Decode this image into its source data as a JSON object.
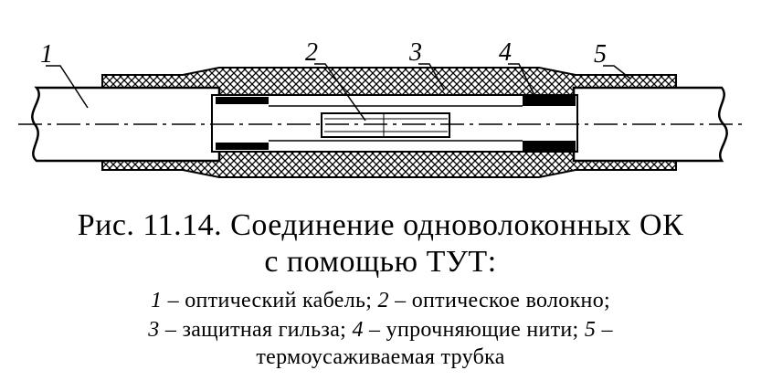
{
  "figure": {
    "callouts": [
      "1",
      "2",
      "3",
      "4",
      "5"
    ]
  },
  "caption": {
    "line1": "Рис. 11.14. Соединение одноволоконных ОК",
    "line2": "с помощью ТУТ:"
  },
  "legend": {
    "n1": "1",
    "t1": " – оптический кабель; ",
    "n2": "2",
    "t2": " – оптическое волокно;",
    "n3": "3",
    "t3": " – защитная гильза; ",
    "n4": "4",
    "t4": " – упрочняющие нити; ",
    "n5": "5",
    "t5": " –",
    "t6": "термоусаживаемая трубка"
  }
}
